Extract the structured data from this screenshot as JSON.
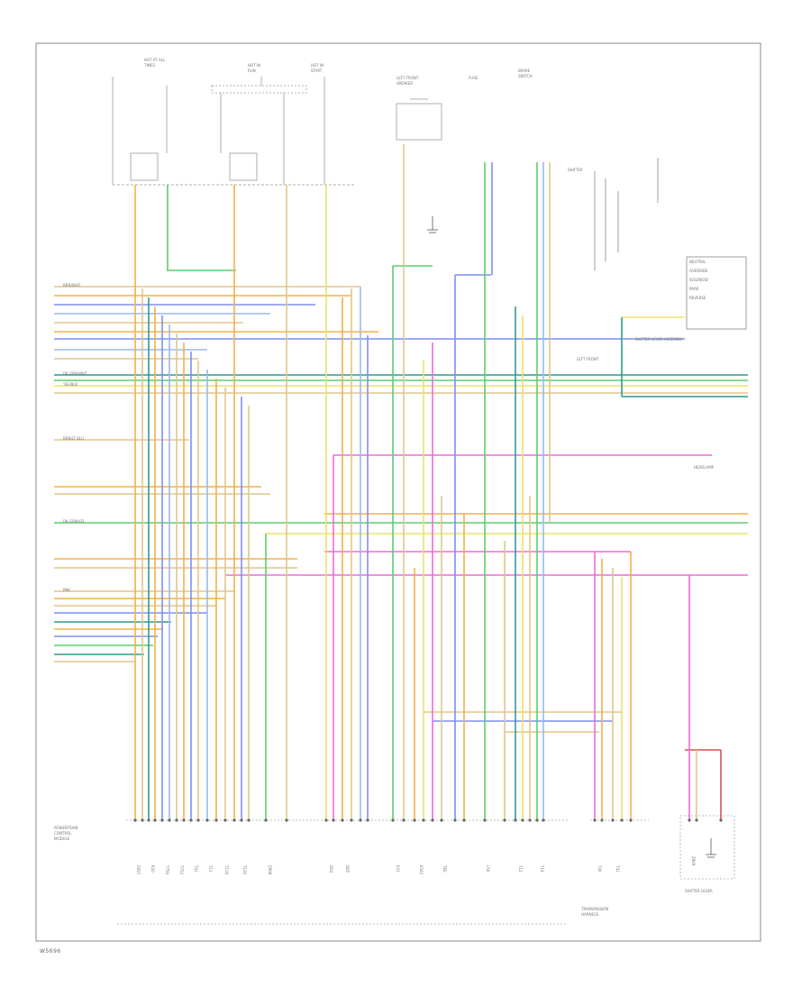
{
  "diagram": {
    "frame_label": "",
    "footer_code": "W5696",
    "wire_colors": {
      "orange": "#f2b04a",
      "tan": "#e0c68a",
      "blue": "#7f8ff0",
      "lightblue": "#9ab8f2",
      "green": "#5ccf6a",
      "teal": "#2f9c8a",
      "yellow": "#eae36a",
      "pink": "#ef6bd6",
      "red": "#d85050",
      "black": "#333333",
      "grey": "#a9a9a9"
    },
    "modules": {
      "pcm": "POWERTRAIN CONTROL MODULE",
      "transmission_harness": "TRANSMISSION HARNESS",
      "shifter": "SHIFTER LEVER ASSEMBLY",
      "ground": "GROUND"
    }
  }
}
